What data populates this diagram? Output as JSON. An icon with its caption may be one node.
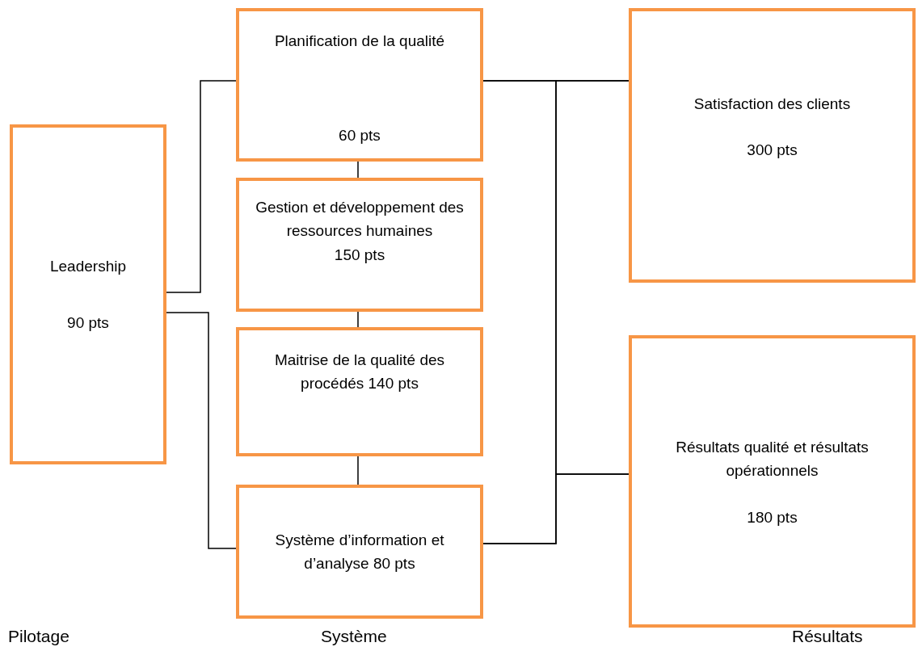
{
  "diagram": {
    "nodes": [
      {
        "text": [
          "Leadership",
          "90 pts"
        ]
      },
      {
        "text": [
          "Planification de la qualité",
          "60 pts"
        ]
      },
      {
        "text": [
          "Gestion et développement des ressources humaines",
          "150 pts"
        ]
      },
      {
        "text": [
          "Maitrise de la qualité des procédés 140 pts"
        ]
      },
      {
        "text": [
          "Système d’information et d’analyse 80 pts"
        ]
      },
      {
        "text": [
          "Satisfaction des clients",
          "300 pts"
        ]
      },
      {
        "text": [
          "Résultats qualité et résultats opérationnels",
          "180 pts"
        ]
      }
    ],
    "edges": [
      {
        "from": 0,
        "to": 1,
        "arrow": "none"
      },
      {
        "from": 0,
        "to": 4,
        "arrow": "none"
      },
      {
        "from": 1,
        "to": 2,
        "arrow": "none"
      },
      {
        "from": 2,
        "to": 3,
        "arrow": "none"
      },
      {
        "from": 3,
        "to": 4,
        "arrow": "none"
      },
      {
        "from": 1,
        "to": 5,
        "arrow": "none"
      },
      {
        "from": 1,
        "to": 6,
        "arrow": "none"
      },
      {
        "from": 4,
        "to": 5,
        "arrow": "none"
      },
      {
        "from": 4,
        "to": 6,
        "arrow": "none"
      }
    ],
    "labels": [
      "Pilotage",
      "Système",
      "Résultats"
    ]
  }
}
